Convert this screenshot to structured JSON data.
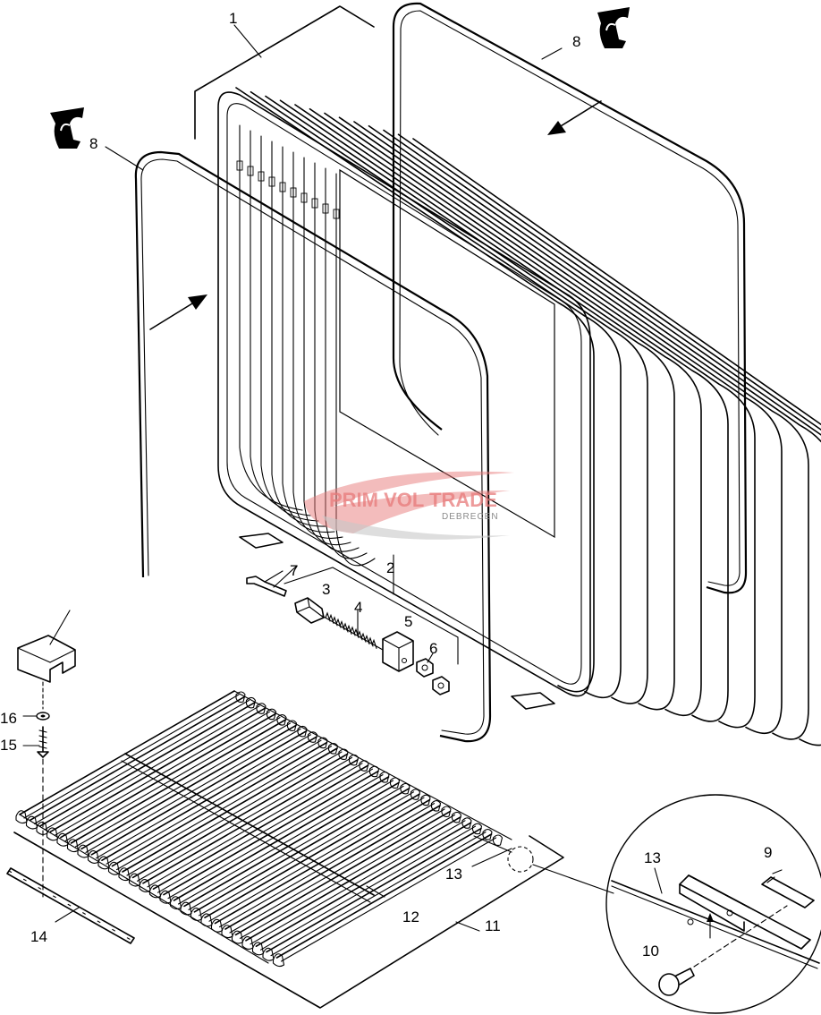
{
  "callouts": [
    {
      "id": "c1",
      "text": "1"
    },
    {
      "id": "c2",
      "text": "2"
    },
    {
      "id": "c3",
      "text": "3"
    },
    {
      "id": "c4",
      "text": "4"
    },
    {
      "id": "c5",
      "text": "5"
    },
    {
      "id": "c6",
      "text": "6"
    },
    {
      "id": "c7",
      "text": "7"
    },
    {
      "id": "c8a",
      "text": "8"
    },
    {
      "id": "c8b",
      "text": "8"
    },
    {
      "id": "c9",
      "text": "9"
    },
    {
      "id": "c10",
      "text": "10"
    },
    {
      "id": "c11",
      "text": "11"
    },
    {
      "id": "c12",
      "text": "12"
    },
    {
      "id": "c13a",
      "text": "13"
    },
    {
      "id": "c13b",
      "text": "13"
    },
    {
      "id": "c14",
      "text": "14"
    },
    {
      "id": "c15",
      "text": "15"
    },
    {
      "id": "c16",
      "text": "16"
    }
  ],
  "watermark": {
    "brand": "PRIM VOL TRADE",
    "city": "DEBRECEN",
    "color": "#e87a7a"
  },
  "colors": {
    "line": "#000000",
    "background": "#ffffff"
  }
}
